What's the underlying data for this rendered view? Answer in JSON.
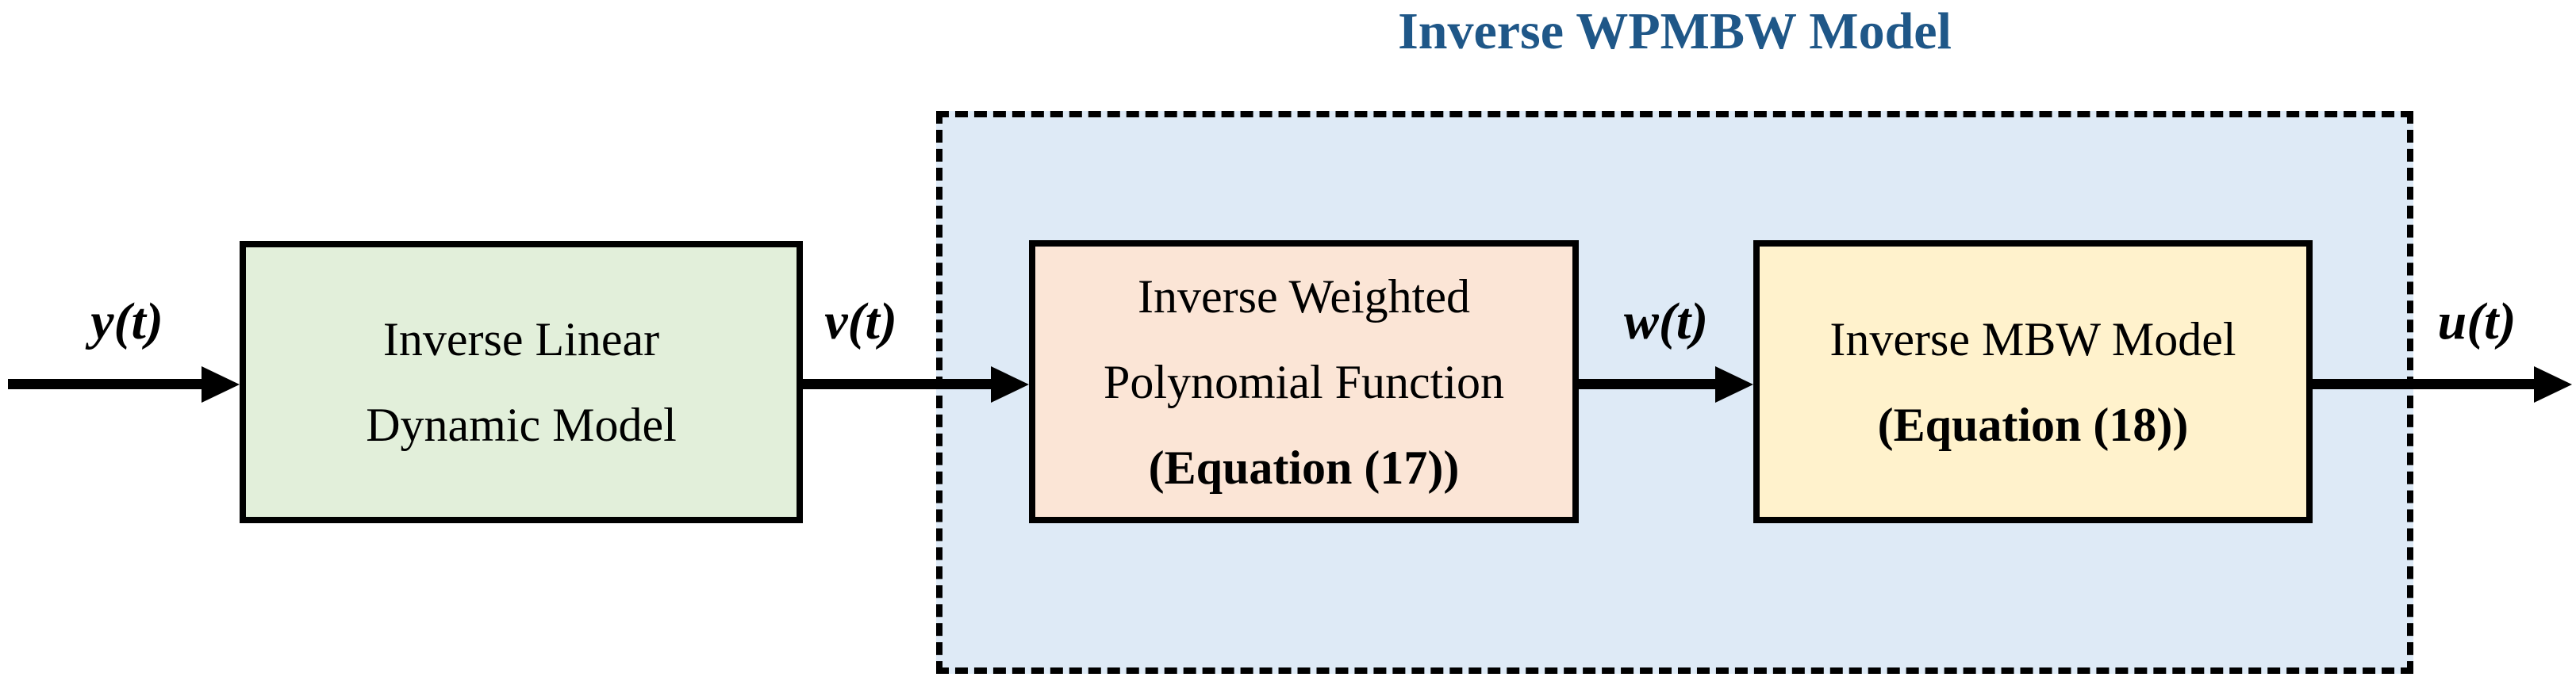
{
  "title": {
    "text": "Inverse WPMBW Model",
    "color": "#1F5788"
  },
  "container": {
    "description": "dashed boundary enclosing the inverse WPMBW model blocks",
    "fill": "#DEEAF6",
    "border_style": "dashed",
    "border_color": "#000000"
  },
  "blocks": [
    {
      "name": "inverse-linear-dynamic-model",
      "lines": [
        "Inverse Linear",
        "Dynamic Model"
      ],
      "fill": "#E2EFDA"
    },
    {
      "name": "inverse-weighted-polynomial-function",
      "lines": [
        "Inverse Weighted",
        "Polynomial Function"
      ],
      "equation": "(Equation (17))",
      "fill": "#FBE5D6"
    },
    {
      "name": "inverse-mbw-model",
      "lines": [
        "Inverse MBW Model"
      ],
      "equation": "(Equation (18))",
      "fill": "#FFF2CC"
    }
  ],
  "signals": {
    "input": "y(t)",
    "after_linear": "v(t)",
    "after_polynomial": "w(t)",
    "output": "u(t)"
  },
  "colors": {
    "title_blue": "#1F5788",
    "container_fill": "#DEEAF6",
    "linear_block_fill": "#E2EFDA",
    "polynomial_block_fill": "#FBE5D6",
    "mbw_block_fill": "#FFF2CC",
    "line_black": "#000000"
  }
}
